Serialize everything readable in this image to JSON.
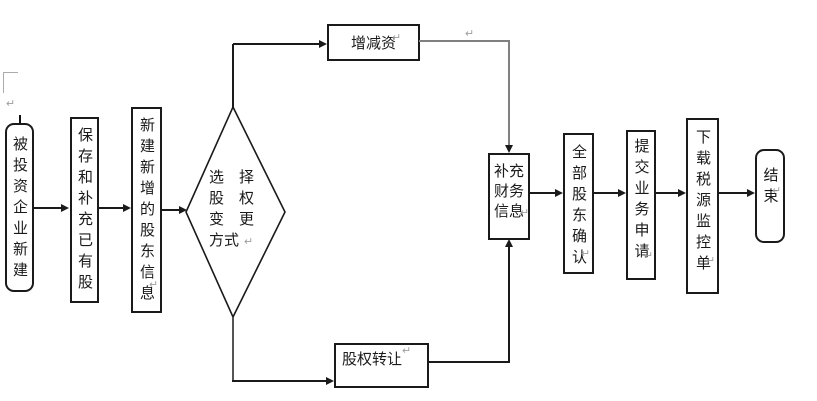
{
  "page": {
    "background": "#ffffff"
  },
  "colors": {
    "line": "#1a1a1a",
    "gray_connector": "#808080",
    "paragraph_mark": "#9e9e9e"
  },
  "marks": {
    "pilcrow": "↵"
  },
  "flowchart": {
    "nodes": {
      "start": {
        "shape": "rounded-rect",
        "label": "被投资企业新建"
      },
      "save_existing": {
        "shape": "rect",
        "label": "保存和补充已有股"
      },
      "new_shareholder": {
        "shape": "rect",
        "label": "新建新增的股东信息"
      },
      "decision": {
        "shape": "diamond",
        "label": "选择股权变更方式",
        "rows": [
          "选　择",
          "股　权",
          "变　更",
          "方式"
        ]
      },
      "increase_decrease": {
        "shape": "rect",
        "label": "增减资"
      },
      "transfer": {
        "shape": "rect",
        "label": "股权转让"
      },
      "finance_info": {
        "shape": "rect",
        "label": "补充财务信息",
        "rows": [
          "补充",
          "财务",
          "信息"
        ]
      },
      "confirm": {
        "shape": "rect",
        "label": "全部股东确认"
      },
      "submit": {
        "shape": "rect",
        "label": "提交业务申请"
      },
      "download": {
        "shape": "rect",
        "label": "下载税源监控单"
      },
      "end": {
        "shape": "rounded-rect",
        "label": "结束"
      }
    }
  }
}
